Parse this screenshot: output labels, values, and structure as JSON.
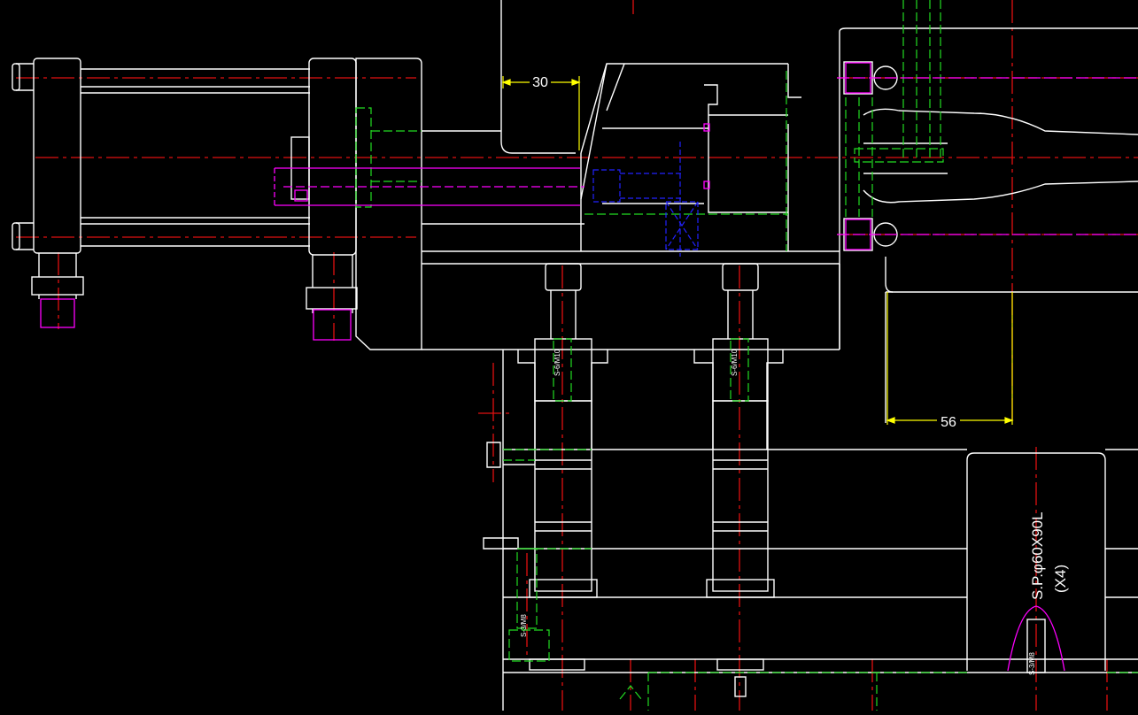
{
  "drawing": {
    "dimensions": [
      {
        "id": "dim-30",
        "label": "30"
      },
      {
        "id": "dim-56",
        "label": "56"
      }
    ],
    "annotations": {
      "support_pillar": "S.P.φ60X90L",
      "support_pillar_qty": "(X4)",
      "screw_labels": [
        "S-6/M10",
        "S-6/M10",
        "S-3/M8",
        "S-3/M8"
      ]
    },
    "colors": {
      "background": "#000000",
      "outline": "#ffffff",
      "centerline": "#e01010",
      "hidden": "#22dd22",
      "dimension": "#ffff00",
      "magenta": "#ff00ff",
      "blue": "#2222ff"
    }
  }
}
